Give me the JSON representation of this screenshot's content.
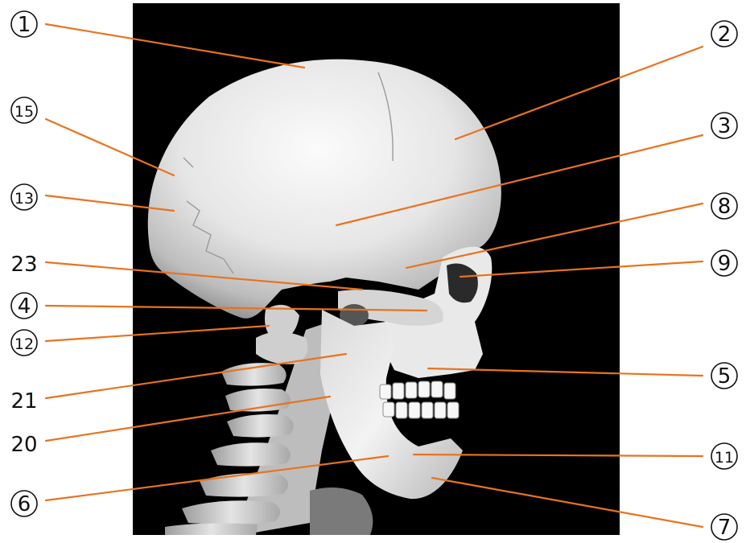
{
  "colors": {
    "background": "#ffffff",
    "panel": "#000000",
    "bone_light": "#f2f2f2",
    "bone_mid": "#c8c8c8",
    "bone_dark": "#8a8a8a",
    "leader": "#e8731f",
    "label": "#111111"
  },
  "labels": [
    {
      "id": "l1",
      "text": "1",
      "circled": true
    },
    {
      "id": "l2",
      "text": "2",
      "circled": true
    },
    {
      "id": "l3",
      "text": "3",
      "circled": true
    },
    {
      "id": "l15",
      "text": "15",
      "circled": true
    },
    {
      "id": "l13",
      "text": "13",
      "circled": true
    },
    {
      "id": "l8",
      "text": "8",
      "circled": true
    },
    {
      "id": "l9",
      "text": "9",
      "circled": true
    },
    {
      "id": "l23",
      "text": "23",
      "circled": false
    },
    {
      "id": "l4",
      "text": "4",
      "circled": true
    },
    {
      "id": "l12",
      "text": "12",
      "circled": true
    },
    {
      "id": "l5",
      "text": "5",
      "circled": true
    },
    {
      "id": "l21",
      "text": "21",
      "circled": false
    },
    {
      "id": "l20",
      "text": "20",
      "circled": false
    },
    {
      "id": "l11",
      "text": "11",
      "circled": true
    },
    {
      "id": "l6",
      "text": "6",
      "circled": true
    },
    {
      "id": "l7",
      "text": "7",
      "circled": true
    }
  ]
}
